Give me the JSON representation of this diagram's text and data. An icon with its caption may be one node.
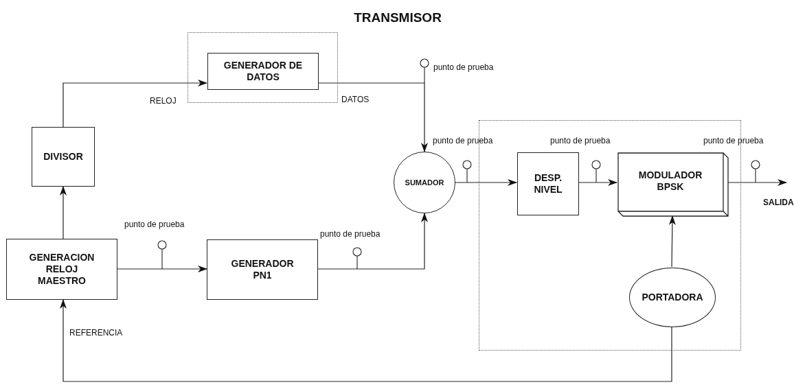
{
  "diagram": {
    "title": "TRANSMISOR",
    "nodes": [
      {
        "text": [],
        "shape": "box"
      },
      {
        "text": [
          "GENERADOR DE DATOS"
        ],
        "in": 0
      },
      {
        "text": [
          "DIVISOR"
        ]
      },
      {
        "text": [
          "SUMADOR"
        ]
      },
      {
        "text": [],
        "shape": "box"
      },
      {
        "text": [
          "DESP. NIVEL"
        ],
        "in": 4
      },
      {
        "text": [
          "MODULADOR BPSK"
        ],
        "in": 4
      },
      {
        "text": [
          "PORTADORA"
        ],
        "in": 4
      },
      {
        "text": [
          "GENERACION RELOJ MAESTRO"
        ]
      },
      {
        "text": [
          "GENERADOR PN1"
        ]
      }
    ],
    "edges": [
      {
        "from": 2,
        "to": 1,
        "arrow": "to",
        "label": "RELOJ"
      },
      {
        "from": 1,
        "to": 3,
        "arrow": "to",
        "label": "DATOS"
      },
      {
        "from": 8,
        "to": 2,
        "arrow": "to"
      },
      {
        "from": 8,
        "to": 9,
        "arrow": "to"
      },
      {
        "from": 9,
        "to": 3,
        "arrow": "to"
      },
      {
        "from": 3,
        "to": 5,
        "arrow": "to"
      },
      {
        "from": 5,
        "to": 6,
        "arrow": "to"
      },
      {
        "from": 6,
        "to": null,
        "arrow": "to",
        "label": "SALIDA"
      },
      {
        "from": 7,
        "to": 6,
        "arrow": "to"
      },
      {
        "from": 7,
        "to": 8,
        "arrow": "to",
        "label": "REFERENCIA"
      }
    ],
    "labels": [
      "punto de prueba",
      "punto de prueba",
      "punto de prueba",
      "punto de prueba",
      "punto de prueba",
      "punto de prueba"
    ]
  }
}
